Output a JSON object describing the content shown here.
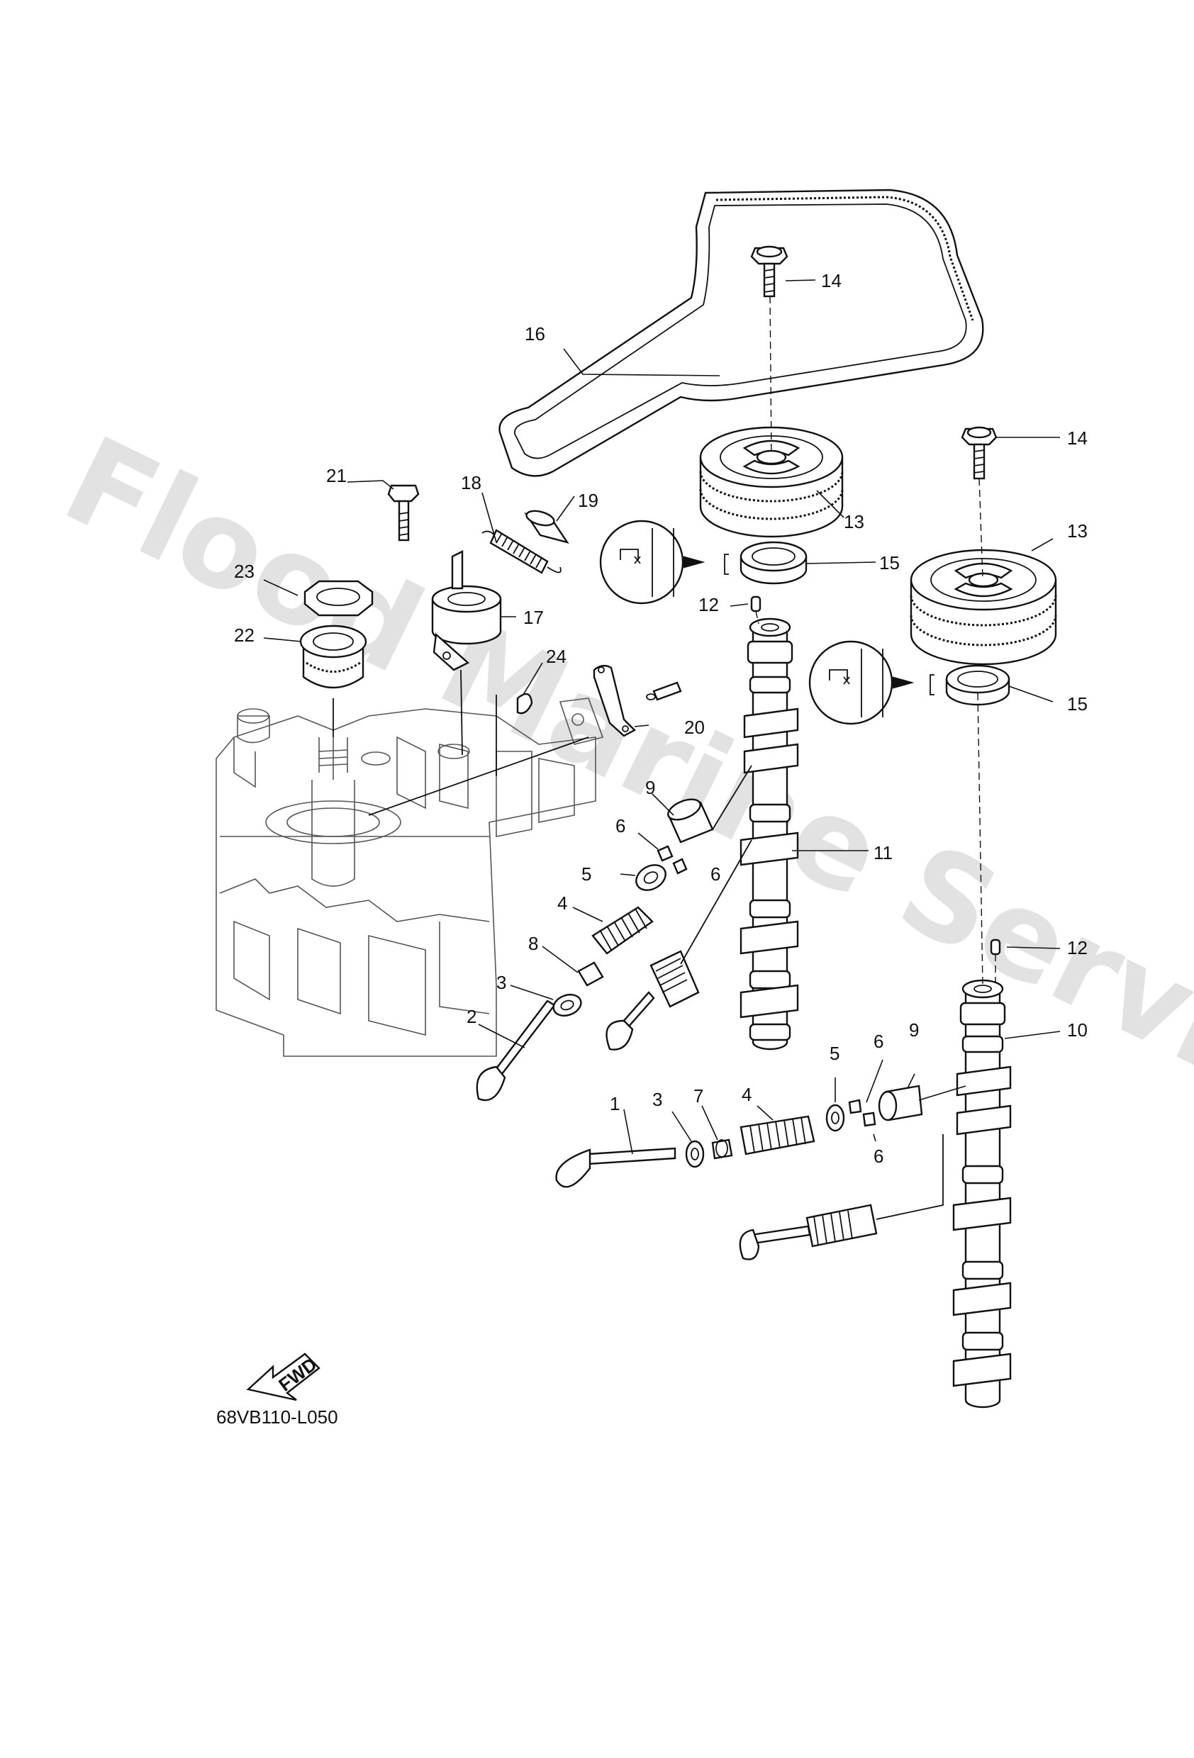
{
  "diagram": {
    "watermark": "Flood Marine Services",
    "drawing_code": "68VB110-L050",
    "fwd_arrow": {
      "label": "FWD",
      "icon": "fwd-arrow-icon"
    },
    "callouts": [
      {
        "id": "c1",
        "label": "1"
      },
      {
        "id": "c2",
        "label": "2"
      },
      {
        "id": "c3a",
        "label": "3"
      },
      {
        "id": "c3b",
        "label": "3"
      },
      {
        "id": "c4a",
        "label": "4"
      },
      {
        "id": "c4b",
        "label": "4"
      },
      {
        "id": "c5a",
        "label": "5"
      },
      {
        "id": "c5b",
        "label": "5"
      },
      {
        "id": "c6a",
        "label": "6"
      },
      {
        "id": "c6b",
        "label": "6"
      },
      {
        "id": "c6c",
        "label": "6"
      },
      {
        "id": "c6d",
        "label": "6"
      },
      {
        "id": "c7",
        "label": "7"
      },
      {
        "id": "c8",
        "label": "8"
      },
      {
        "id": "c9a",
        "label": "9"
      },
      {
        "id": "c9b",
        "label": "9"
      },
      {
        "id": "c10",
        "label": "10"
      },
      {
        "id": "c11",
        "label": "11"
      },
      {
        "id": "c12a",
        "label": "12"
      },
      {
        "id": "c12b",
        "label": "12"
      },
      {
        "id": "c13a",
        "label": "13"
      },
      {
        "id": "c13b",
        "label": "13"
      },
      {
        "id": "c14a",
        "label": "14"
      },
      {
        "id": "c14b",
        "label": "14"
      },
      {
        "id": "c15a",
        "label": "15"
      },
      {
        "id": "c15b",
        "label": "15"
      },
      {
        "id": "c16",
        "label": "16"
      },
      {
        "id": "c17",
        "label": "17"
      },
      {
        "id": "c18",
        "label": "18"
      },
      {
        "id": "c19",
        "label": "19"
      },
      {
        "id": "c20",
        "label": "20"
      },
      {
        "id": "c21",
        "label": "21"
      },
      {
        "id": "c22",
        "label": "22"
      },
      {
        "id": "c23",
        "label": "23"
      },
      {
        "id": "c24",
        "label": "24"
      }
    ]
  }
}
